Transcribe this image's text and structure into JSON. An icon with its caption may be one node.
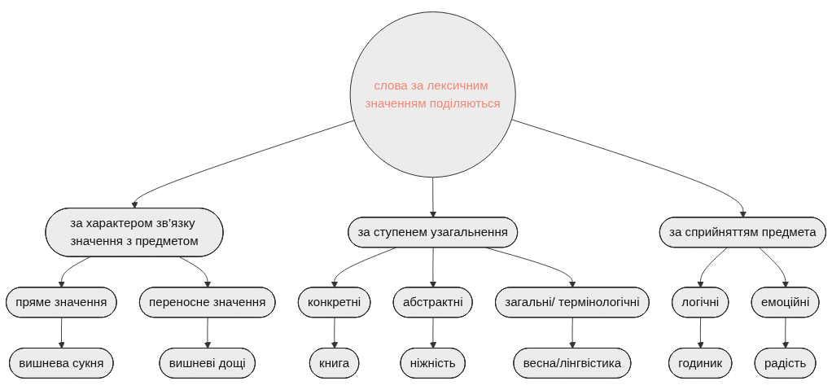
{
  "diagram": {
    "nodes": [
      {
        "text": [
          "слова за лексичним значенням поділяються"
        ]
      },
      {
        "text": [
          "за характером зв’язку значення з предметом"
        ]
      },
      {
        "text": [
          "пряме значення"
        ]
      },
      {
        "text": [
          "вишнева сукня"
        ]
      },
      {
        "text": [
          "переносне значення"
        ]
      },
      {
        "text": [
          "вишневі дощі"
        ]
      },
      {
        "text": [
          "за ступенем узагальнення"
        ]
      },
      {
        "text": [
          "конкретні"
        ]
      },
      {
        "text": [
          "книга"
        ]
      },
      {
        "text": [
          "абстрактні"
        ]
      },
      {
        "text": [
          "ніжність"
        ]
      },
      {
        "text": [
          "загальні/ термінологічні"
        ]
      },
      {
        "text": [
          "весна/лінгвістика"
        ]
      },
      {
        "text": [
          "за сприйняттям предмета"
        ]
      },
      {
        "text": [
          "логічні"
        ]
      },
      {
        "text": [
          "годиник"
        ]
      },
      {
        "text": [
          "емоційні"
        ]
      },
      {
        "text": [
          "радість"
        ]
      }
    ],
    "edges": [
      {
        "from": 0,
        "to": 1,
        "arrow": "to"
      },
      {
        "from": 1,
        "to": 2,
        "arrow": "to"
      },
      {
        "from": 2,
        "to": 3,
        "arrow": "to"
      },
      {
        "from": 1,
        "to": 4,
        "arrow": "to"
      },
      {
        "from": 4,
        "to": 5,
        "arrow": "to"
      },
      {
        "from": 0,
        "to": 6,
        "arrow": "to"
      },
      {
        "from": 6,
        "to": 7,
        "arrow": "to"
      },
      {
        "from": 7,
        "to": 8,
        "arrow": "to"
      },
      {
        "from": 6,
        "to": 9,
        "arrow": "to"
      },
      {
        "from": 9,
        "to": 10,
        "arrow": "to"
      },
      {
        "from": 6,
        "to": 11,
        "arrow": "to"
      },
      {
        "from": 11,
        "to": 12,
        "arrow": "to"
      },
      {
        "from": 0,
        "to": 13,
        "arrow": "to"
      },
      {
        "from": 13,
        "to": 14,
        "arrow": "to"
      },
      {
        "from": 14,
        "to": 15,
        "arrow": "to"
      },
      {
        "from": 13,
        "to": 16,
        "arrow": "to"
      },
      {
        "from": 16,
        "to": 17,
        "arrow": "to"
      }
    ]
  }
}
